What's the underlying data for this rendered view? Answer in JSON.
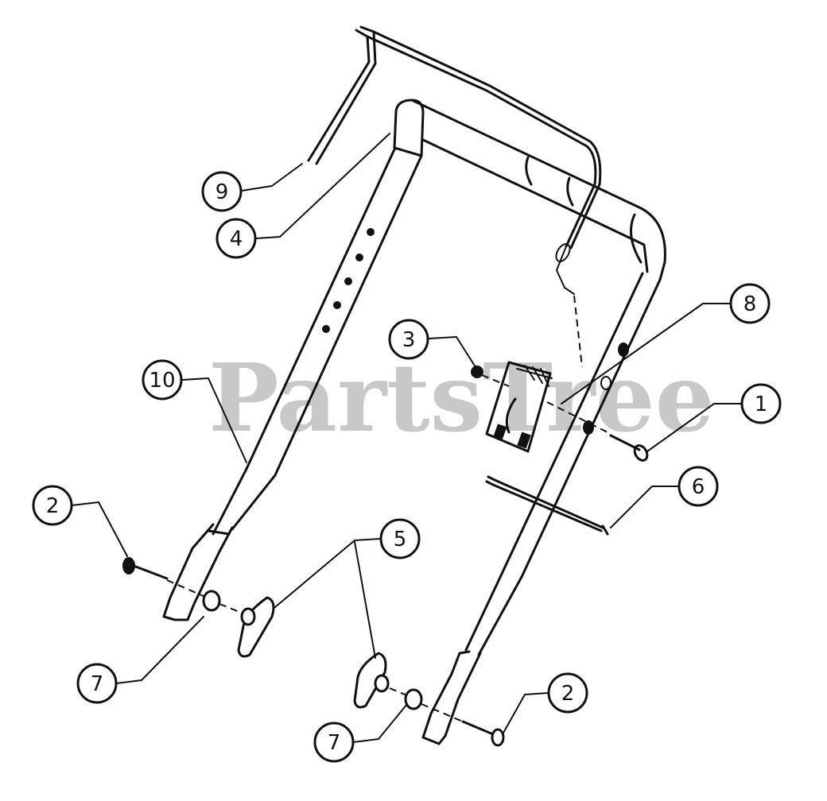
{
  "watermark": "PartsTree",
  "callouts": [
    {
      "id": "c9",
      "label": "9"
    },
    {
      "id": "c4",
      "label": "4"
    },
    {
      "id": "c8",
      "label": "8"
    },
    {
      "id": "c3",
      "label": "3"
    },
    {
      "id": "c1",
      "label": "1"
    },
    {
      "id": "c10",
      "label": "10"
    },
    {
      "id": "c6",
      "label": "6"
    },
    {
      "id": "c2a",
      "label": "2"
    },
    {
      "id": "c5",
      "label": "5"
    },
    {
      "id": "c7a",
      "label": "7"
    },
    {
      "id": "c7b",
      "label": "7"
    },
    {
      "id": "c2b",
      "label": "2"
    }
  ]
}
